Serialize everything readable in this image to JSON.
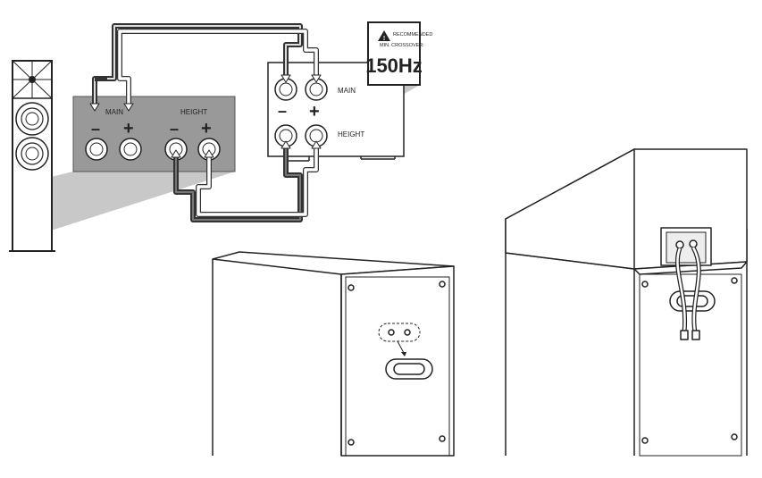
{
  "labels": {
    "panel_main": "MAIN",
    "panel_height": "HEIGHT",
    "amp_main": "MAIN",
    "amp_height": "HEIGHT",
    "minus": "–",
    "plus": "+"
  },
  "crossover_badge": {
    "line1": "RECOMMENDED",
    "line2": "MIN. CROSSOVER:",
    "value": "150Hz",
    "icon": "warning-icon"
  },
  "colors": {
    "panel_gray": "#999999",
    "amp_fill": "#ffffff",
    "cable_dark": "#333333",
    "cable_light": "#dddddd",
    "projection_gray": "#c8c8c8"
  }
}
